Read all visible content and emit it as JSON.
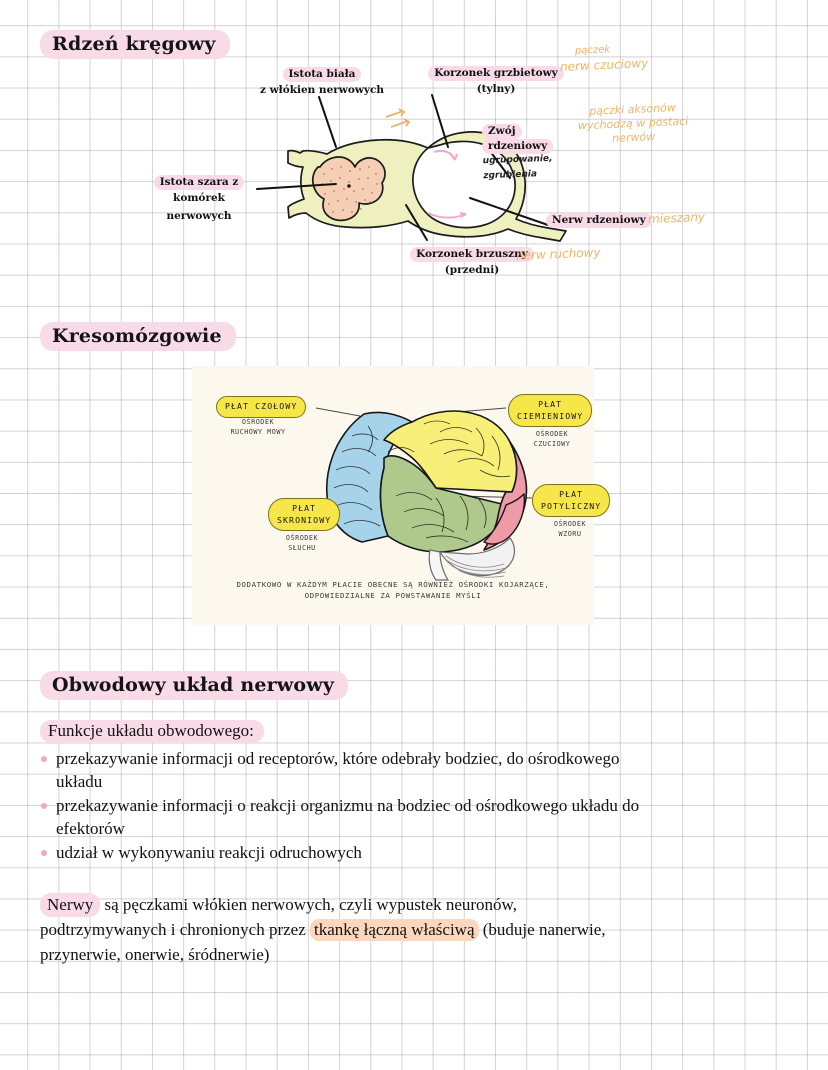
{
  "page": {
    "background": "#ffffff",
    "grid_color": "#96969b",
    "highlight_pink": "#f9dbe8",
    "highlight_orange": "#fbd8bd",
    "handwriting_color": "#f0b463"
  },
  "sections": {
    "spinal_cord": {
      "heading": "Rdzeń kręgowy",
      "labels": {
        "white_matter_line1": "Istota biała",
        "white_matter_line2": "z włókien nerwowych",
        "gray_matter_line1": "Istota szara z",
        "gray_matter_line2": "komórek",
        "gray_matter_line3": "nerwowych",
        "dorsal_root_line1": "Korzonek grzbietowy",
        "dorsal_root_line2": "(tylny)",
        "ganglion_line1": "Zwój",
        "ganglion_line2": "rdzeniowy",
        "spinal_nerve": "Nerw rdzeniowy",
        "ventral_root_line1": "Korzonek brzuszny",
        "ventral_root_line2": "(przedni)"
      },
      "handwritten": {
        "bud": "pączek",
        "sensory_nerve": "nerw czuciowy",
        "axon_bundles_line1": "pączki aksonów",
        "axon_bundles_line2": "wychodzą w postaci",
        "axon_bundles_line3": "nerwów",
        "mixed": "mieszany",
        "motor_nerve": "nerw ruchowy",
        "ganglion_note_line1": "ugrupowanie,",
        "ganglion_note_line2": "zgrubienia"
      },
      "colors": {
        "gray_matter": "#f6ceb4",
        "white_matter": "#eff0c0",
        "outline": "#1b1b1b",
        "arrow_pink": "#f2a9cf"
      }
    },
    "telencephalon": {
      "heading": "Kresomózgowie",
      "figure_background": "#fdf8ee",
      "lobes": [
        {
          "badge_line1": "PŁAT CZOŁOWY",
          "badge_line2": "",
          "center_line1": "OŚRODEK",
          "center_line2": "RUCHOWY MOWY",
          "color": "#a7d3ea"
        },
        {
          "badge_line1": "PŁAT",
          "badge_line2": "CIEMIENIOWY",
          "center_line1": "OŚRODEK",
          "center_line2": "CZUCIOWY",
          "color": "#f7ef78"
        },
        {
          "badge_line1": "PŁAT",
          "badge_line2": "POTYLICZNY",
          "center_line1": "OŚRODEK",
          "center_line2": "WZORU",
          "color": "#ef9aa8"
        },
        {
          "badge_line1": "PŁAT",
          "badge_line2": "SKRONIOWY",
          "center_line1": "OŚRODEK",
          "center_line2": "SŁUCHU",
          "color": "#aec98b"
        }
      ],
      "note_line1": "DODATKOWO W KAŻDYM PŁACIE OBECNE SĄ RÓWNIEŻ OŚRODKI KOJARZĄCE,",
      "note_line2": "ODPOWIEDZIALNE ZA POWSTAWANIE MYŚLI"
    },
    "peripheral": {
      "heading": "Obwodowy układ nerwowy",
      "functions_title": "Funkcje układu obwodowego:",
      "functions": [
        "przekazywanie informacji od receptorów, które odebrały bodziec, do ośrodkowego układu",
        "przekazywanie informacji o reakcji organizmu na bodziec od ośrodkowego układu do efektorów",
        "udział w wykonywaniu reakcji odruchowych"
      ],
      "paragraph": {
        "part1": "Nerwy",
        "part2": " są pęczkami włókien nerwowych, czyli wypustek neuronów, podtrzymywanych i chronionych przez ",
        "part3": "tkankę łączną właściwą",
        "part4": " (buduje nanerwie, przynerwie, onerwie, śródnerwie)"
      }
    }
  }
}
